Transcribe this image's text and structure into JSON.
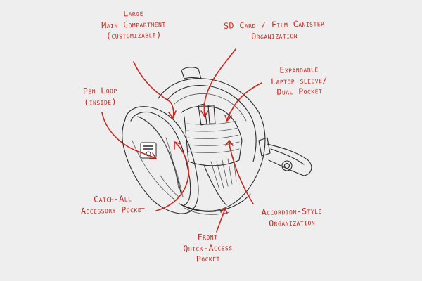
{
  "colors": {
    "background": "#eeeeee",
    "annotation": "#c8281e",
    "sketch": "#2b2b2b"
  },
  "callouts": {
    "main_compartment": {
      "lines": [
        "Large",
        "Main Compartment",
        "(customizable)"
      ]
    },
    "sd_card": {
      "lines": [
        "SD Card / Film Canister",
        "Organization"
      ]
    },
    "laptop_sleeve": {
      "lines": [
        "Expandable",
        "Laptop sleeve/",
        "Dual Pocket"
      ]
    },
    "pen_loop": {
      "lines": [
        "Pen Loop",
        "(inside)"
      ]
    },
    "catch_all": {
      "lines": [
        "Catch-All",
        "Accessory Pocket"
      ]
    },
    "accordion": {
      "lines": [
        "Accordion-Style",
        "Organization"
      ]
    },
    "front_pocket": {
      "lines": [
        "Front",
        "Quick-Access",
        "Pocket"
      ]
    }
  },
  "icons": {
    "bag": "sling-bag-sketch",
    "logo": "brand-logo-patch"
  }
}
